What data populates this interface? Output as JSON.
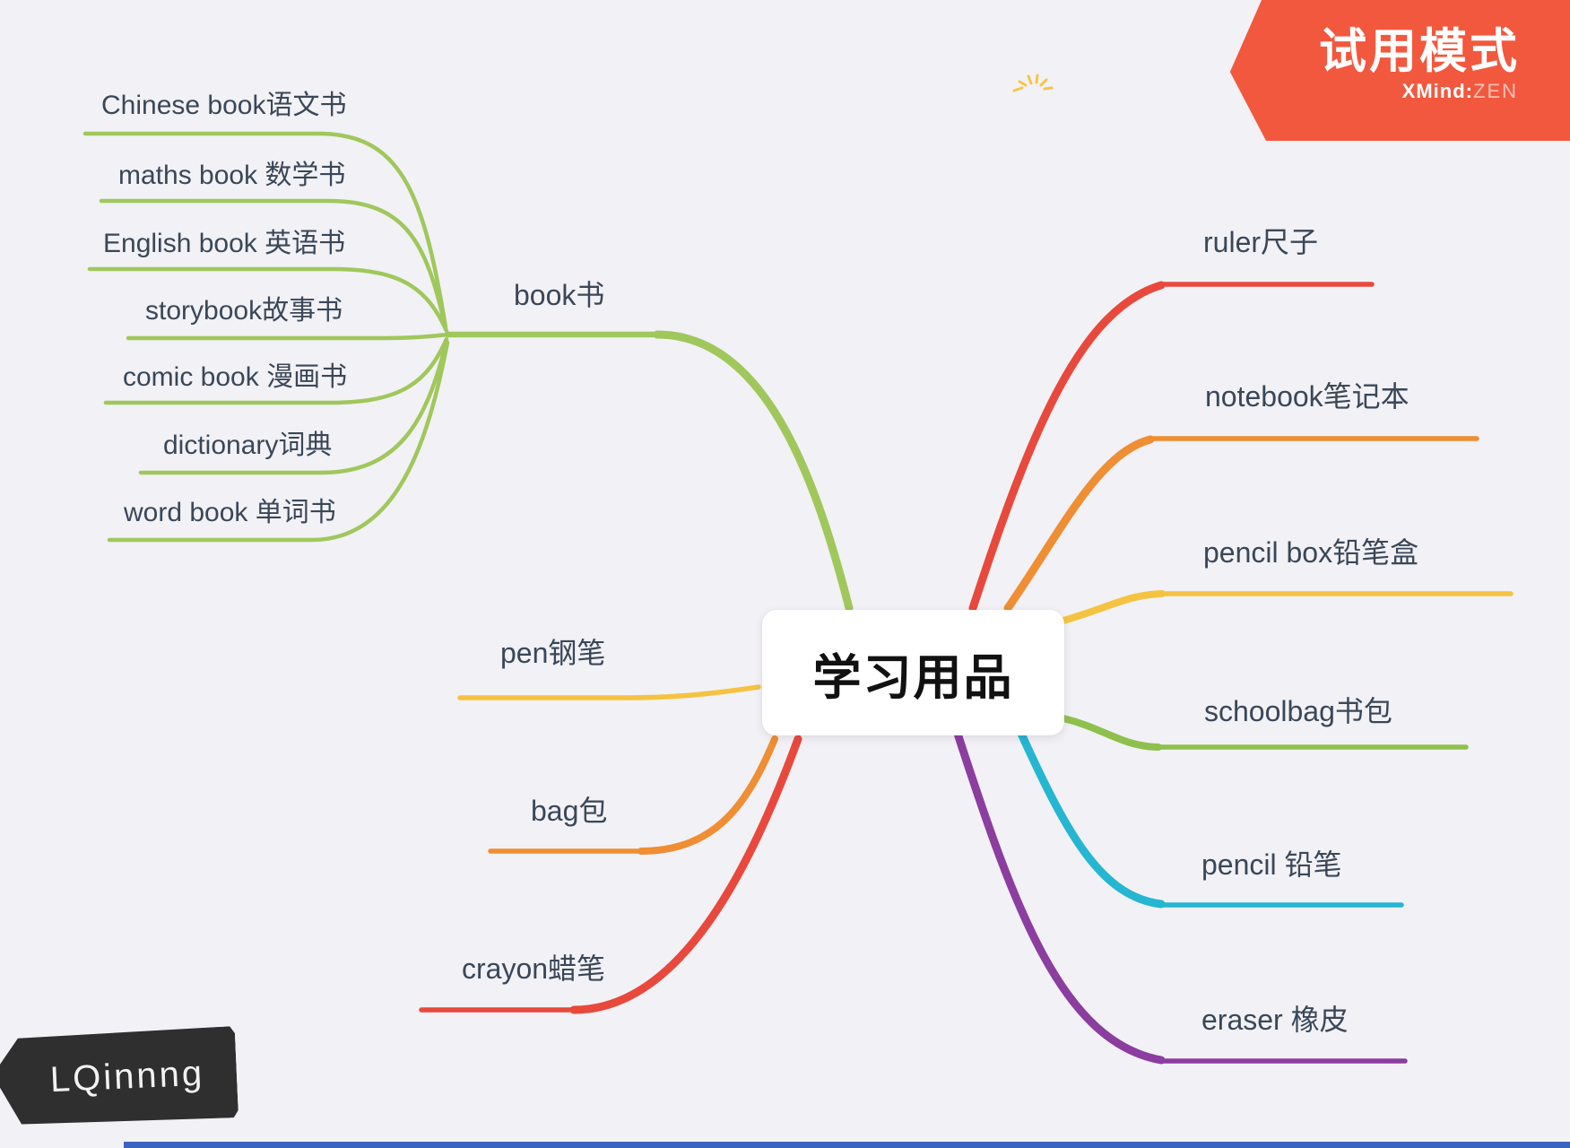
{
  "app": {
    "trial_badge": "试用模式",
    "brand": {
      "name": "XMind",
      "separator": ":",
      "edition": "ZEN"
    }
  },
  "watermark": {
    "text": "LQinnng"
  },
  "colors": {
    "background": "#F2F1F5",
    "label_text": "#3A4758",
    "root_bg": "#FFFFFF",
    "root_text": "#111111",
    "banner_bg": "#F2583E",
    "banner_text": "#FFFFFF",
    "tag_bg": "#2F2F30",
    "tag_text": "#F2F2F2",
    "taskbar_blue": "#3C63C0",
    "sun_yellow": "#F6C544"
  },
  "mindmap": {
    "root": {
      "label": "学习用品"
    },
    "left_branches": [
      {
        "id": "book",
        "label": "book书",
        "color": "#A0C75C",
        "children": [
          {
            "label": "Chinese book语文书"
          },
          {
            "label": "maths book 数学书"
          },
          {
            "label": "English book 英语书"
          },
          {
            "label": "storybook故事书"
          },
          {
            "label": "comic book 漫画书"
          },
          {
            "label": "dictionary词典"
          },
          {
            "label": "word book 单词书"
          }
        ]
      },
      {
        "id": "pen",
        "label": "pen钢笔",
        "color": "#F5C342"
      },
      {
        "id": "bag",
        "label": "bag包",
        "color": "#EF8E33"
      },
      {
        "id": "crayon",
        "label": "crayon蜡笔",
        "color": "#E8493C"
      }
    ],
    "right_branches": [
      {
        "id": "ruler",
        "label": "ruler尺子",
        "color": "#E8493C"
      },
      {
        "id": "notebook",
        "label": "notebook笔记本",
        "color": "#EF8E33"
      },
      {
        "id": "pencil_box",
        "label": "pencil box铅笔盒",
        "color": "#F5C342"
      },
      {
        "id": "schoolbag",
        "label": "schoolbag书包",
        "color": "#8FC04D"
      },
      {
        "id": "pencil",
        "label": "pencil 铅笔",
        "color": "#25B6D2"
      },
      {
        "id": "eraser",
        "label": "eraser 橡皮",
        "color": "#8C3DA0"
      }
    ]
  }
}
